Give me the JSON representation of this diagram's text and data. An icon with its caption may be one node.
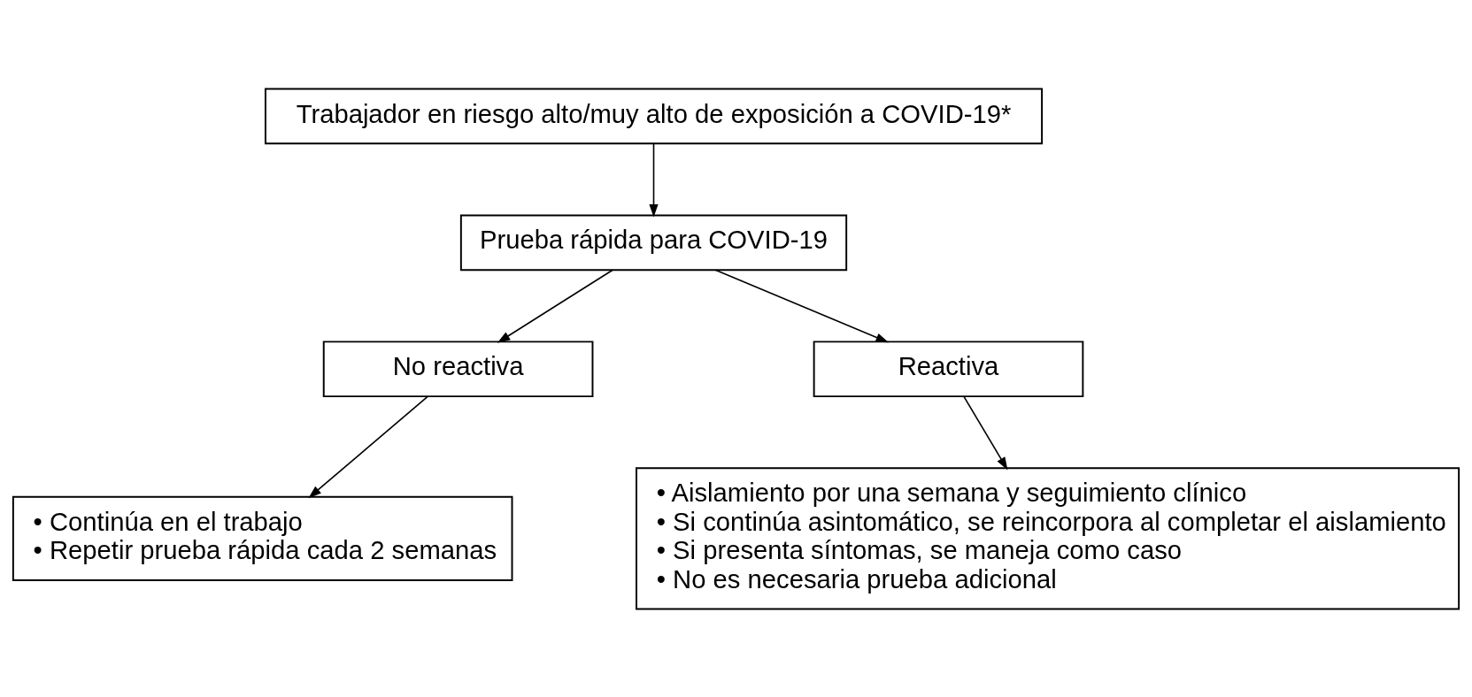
{
  "diagram": {
    "nodes": [
      {
        "text": [
          "Trabajador en riesgo alto/muy alto de exposición a COVID-19*"
        ]
      },
      {
        "text": [
          "Prueba rápida para COVID-19"
        ]
      },
      {
        "text": [
          "No reactiva"
        ]
      },
      {
        "text": [
          "Reactiva"
        ]
      },
      {
        "text": [
          "• Continúa en el trabajo",
          "• Repetir prueba rápida cada 2 semanas"
        ]
      },
      {
        "text": [
          "• Aislamiento por una semana y seguimiento clínico",
          "• Si continúa asintomático, se reincorpora al completar el aislamiento",
          "• Si presenta síntomas, se maneja como caso",
          "• No es necesaria prueba adicional"
        ]
      }
    ],
    "edges": [
      {
        "from": 0,
        "to": 1,
        "arrow": "to"
      },
      {
        "from": 1,
        "to": 2,
        "arrow": "to"
      },
      {
        "from": 1,
        "to": 3,
        "arrow": "to"
      },
      {
        "from": 2,
        "to": 4,
        "arrow": "to"
      },
      {
        "from": 3,
        "to": 5,
        "arrow": "to"
      }
    ]
  }
}
